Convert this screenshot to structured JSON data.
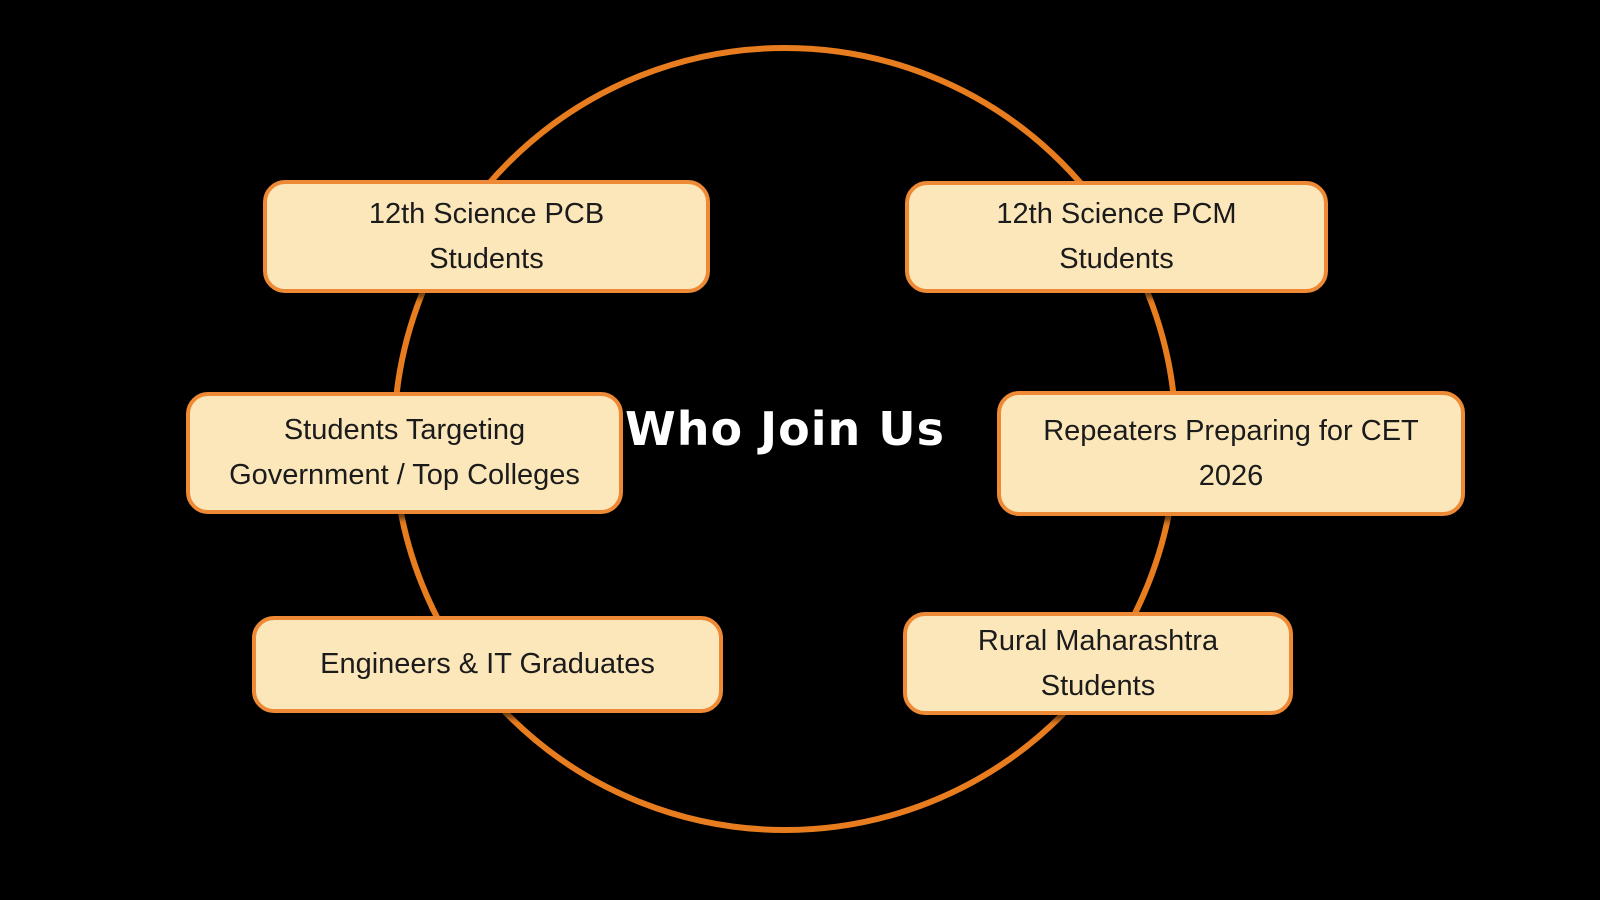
{
  "diagram": {
    "title": "Who Join Us",
    "nodes": [
      {
        "label": "12th Science PCB\nStudents"
      },
      {
        "label": "12th Science PCM\nStudents"
      },
      {
        "label": "Students Targeting\nGovernment / Top Colleges"
      },
      {
        "label": "Repeaters Preparing for CET\n2026"
      },
      {
        "label": "Engineers & IT Graduates"
      },
      {
        "label": "Rural Maharashtra\nStudents"
      }
    ],
    "colors": {
      "background": "#000000",
      "circle-stroke": "#E87D1F",
      "node-fill": "#FCE7BA",
      "node-border": "#EE8A35",
      "node-text": "#1B1B1B",
      "title-text": "#FFFFFF"
    }
  }
}
